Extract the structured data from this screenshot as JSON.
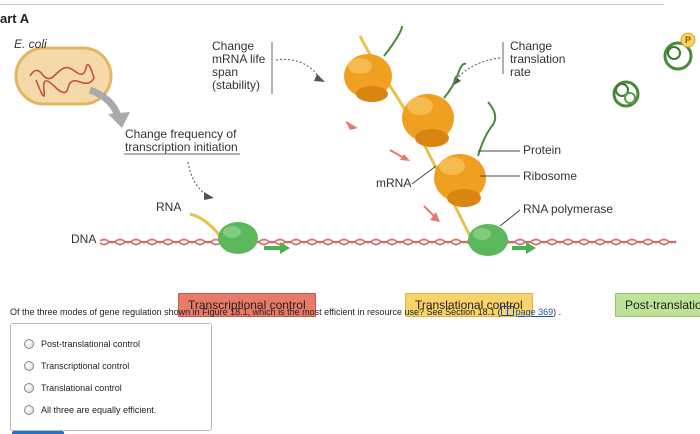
{
  "part_title": "art A",
  "figure": {
    "ecoli_label": "E. coli",
    "stability_label": "Change\nmRNA life\nspan\n(stability)",
    "translation_rate_label": "Change\ntranslation\nrate",
    "transcription_initiation_label": "Change frequency of\ntranscription initiation",
    "rna_label": "RNA",
    "dna_label": "DNA",
    "mrna_label": "mRNA",
    "protein_label": "Protein",
    "ribosome_label": "Ribosome",
    "rna_polymerase_label": "RNA polymerase",
    "phosphate_label": "P",
    "colors": {
      "ribosome": "#f0a020",
      "polymerase": "#5cb85c",
      "dna": "#d98080",
      "rna": "#e8c24a",
      "protein": "#4a8a3a",
      "ecoli_fill": "#f6d9a8"
    },
    "categories": [
      {
        "label": "Transcriptional control",
        "color": "#e87a6a"
      },
      {
        "label": "Translational control",
        "color": "#f8d36a"
      },
      {
        "label": "Post-translation",
        "color": "#bfe29a"
      }
    ]
  },
  "question": {
    "text": "Of the three modes of gene regulation shown in Figure 18.1, which is the most efficient in resource use? See Section 18.1 (",
    "link_text": "page 369",
    "suffix": ") ."
  },
  "options": [
    {
      "label": "Post-translational control"
    },
    {
      "label": "Transcriptional control"
    },
    {
      "label": "Translational control"
    },
    {
      "label": "All three are equally efficient."
    }
  ]
}
